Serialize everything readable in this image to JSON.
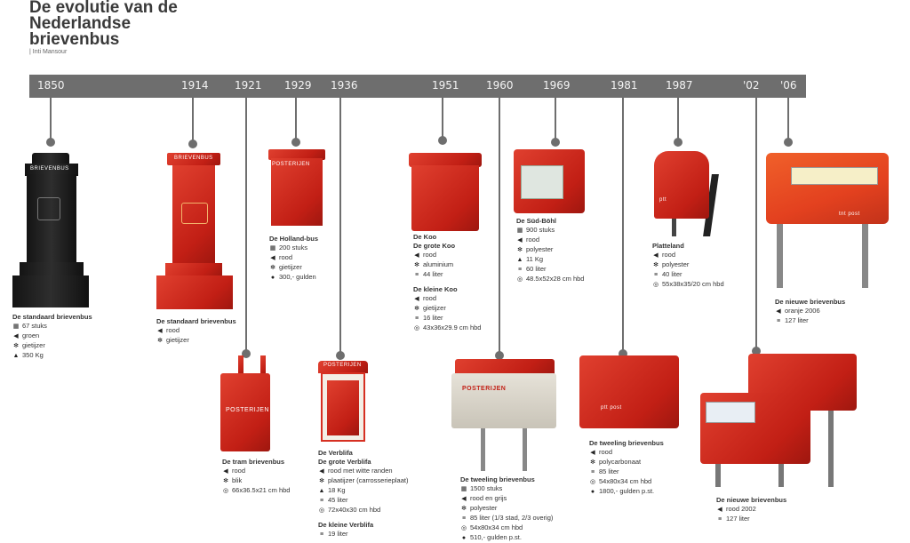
{
  "header": {
    "title_line1": "De evolutie van de",
    "title_line2": "Nederlandse",
    "title_line3": "brievenbus",
    "author": "| Inti Mansour"
  },
  "timeline": {
    "years": [
      "1850",
      "1914",
      "1921",
      "1929",
      "1936",
      "1951",
      "1960",
      "1969",
      "1981",
      "1987",
      "'02",
      "'06"
    ]
  },
  "icons": {
    "count": "grid-icon",
    "color": "flag-icon",
    "material": "gear-icon",
    "weight": "weight-icon",
    "volume": "stack-icon",
    "size": "ruler-icon",
    "price": "coin-icon"
  },
  "colors": {
    "timeline": "#6e6e6e",
    "red": "#d63022",
    "dark": "#1b1b1b"
  },
  "boxes": {
    "b1850": {
      "name": "De standaard brievenbus",
      "s1": "67 stuks",
      "s2": "groen",
      "s3": "gietijzer",
      "s4": "350 Kg",
      "label": "BRIEVENBUS"
    },
    "b1914": {
      "name": "De standaard brievenbus",
      "s1": "rood",
      "s2": "gietijzer",
      "label": "BRIEVENBUS"
    },
    "b1921": {
      "name": "De tram brievenbus",
      "s1": "rood",
      "s2": "blik",
      "s3": "66x36.5x21 cm hbd",
      "label": "POSTERIJEN"
    },
    "b1929": {
      "name": "De Holland-bus",
      "s1": "200 stuks",
      "s2": "rood",
      "s3": "gietijzer",
      "s4": "300,- gulden",
      "label": "POSTERIJEN"
    },
    "b1936": {
      "name1": "De Verblifa",
      "name2": "De grote Verblifa",
      "s1": "rood met witte randen",
      "s2": "plaatijzer (carrosserieplaat)",
      "s3": "18 Kg",
      "s4": "45 liter",
      "s5": "72x40x30 cm hbd",
      "name3": "De kleine Verblifa",
      "s6": "19 liter",
      "label": "POSTERIJEN"
    },
    "b1951": {
      "name1": "De Koo",
      "name2": "De grote Koo",
      "s1": "rood",
      "s2": "aluminium",
      "s3": "44 liter",
      "name3": "De kleine Koo",
      "s4": "rood",
      "s5": "gietijzer",
      "s6": "16 liter",
      "s7": "43x36x29.9 cm hbd"
    },
    "b1960": {
      "name": "De tweeling brievenbus",
      "s1": "1500 stuks",
      "s2": "rood en grijs",
      "s3": "polyester",
      "s4": "85 liter (1/3 stad, 2/3 overig)",
      "s5": "54x80x34 cm hbd",
      "s6": "510,- gulden p.st.",
      "label": "POSTERIJEN"
    },
    "b1969": {
      "name": "De Süd-Böhl",
      "s1": "900 stuks",
      "s2": "rood",
      "s3": "polyester",
      "s4": "11 Kg",
      "s5": "60 liter",
      "s6": "48.5x52x28 cm hbd"
    },
    "b1981": {
      "name": "De tweeling brievenbus",
      "s1": "rood",
      "s2": "polycarbonaat",
      "s3": "85 liter",
      "s4": "54x80x34 cm hbd",
      "s5": "1800,- gulden p.st.",
      "label": "ptt post"
    },
    "b1987": {
      "name": "Platteland",
      "s1": "rood",
      "s2": "polyester",
      "s3": "40 liter",
      "s4": "55x38x35/20 cm hbd",
      "label": "ptt"
    },
    "b02": {
      "name": "De nieuwe brievenbus",
      "s1": "rood 2002",
      "s2": "127 liter"
    },
    "b06": {
      "name": "De nieuwe brievenbus",
      "s1": "oranje 2006",
      "s2": "127 liter",
      "label": "tnt post"
    }
  }
}
